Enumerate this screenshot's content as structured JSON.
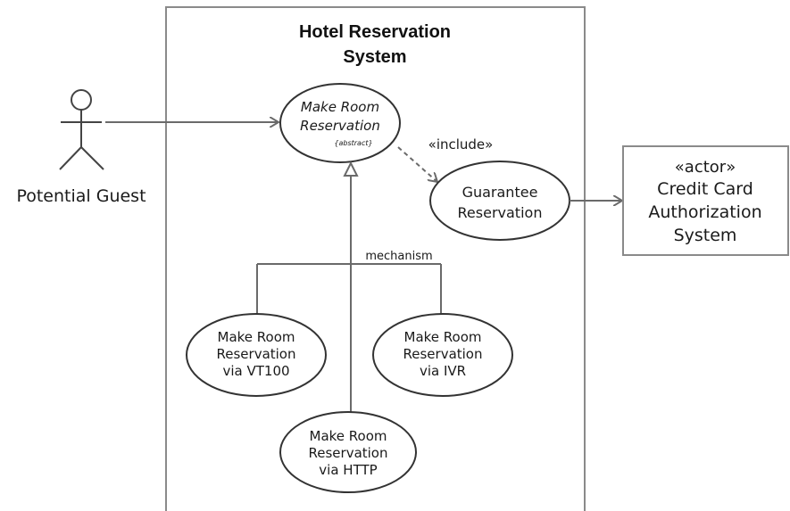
{
  "system_title": [
    "Hotel Reservation",
    "System"
  ],
  "actors": {
    "guest": {
      "label": "Potential Guest"
    },
    "credit_card": {
      "stereotype": "«actor»",
      "lines": [
        "Credit Card",
        "Authorization",
        "System"
      ]
    }
  },
  "use_cases": {
    "make_room_reservation": {
      "lines": [
        "Make Room",
        "Reservation"
      ],
      "note": "{abstract}"
    },
    "guarantee_reservation": {
      "lines": [
        "Guarantee",
        "Reservation"
      ]
    },
    "via_vt100": {
      "lines": [
        "Make Room",
        "Reservation",
        "via VT100"
      ]
    },
    "via_ivr": {
      "lines": [
        "Make Room",
        "Reservation",
        "via IVR"
      ]
    },
    "via_http": {
      "lines": [
        "Make Room",
        "Reservation",
        "via HTTP"
      ]
    }
  },
  "relationships": {
    "include_label": "«include»",
    "generalization_label": "mechanism"
  }
}
